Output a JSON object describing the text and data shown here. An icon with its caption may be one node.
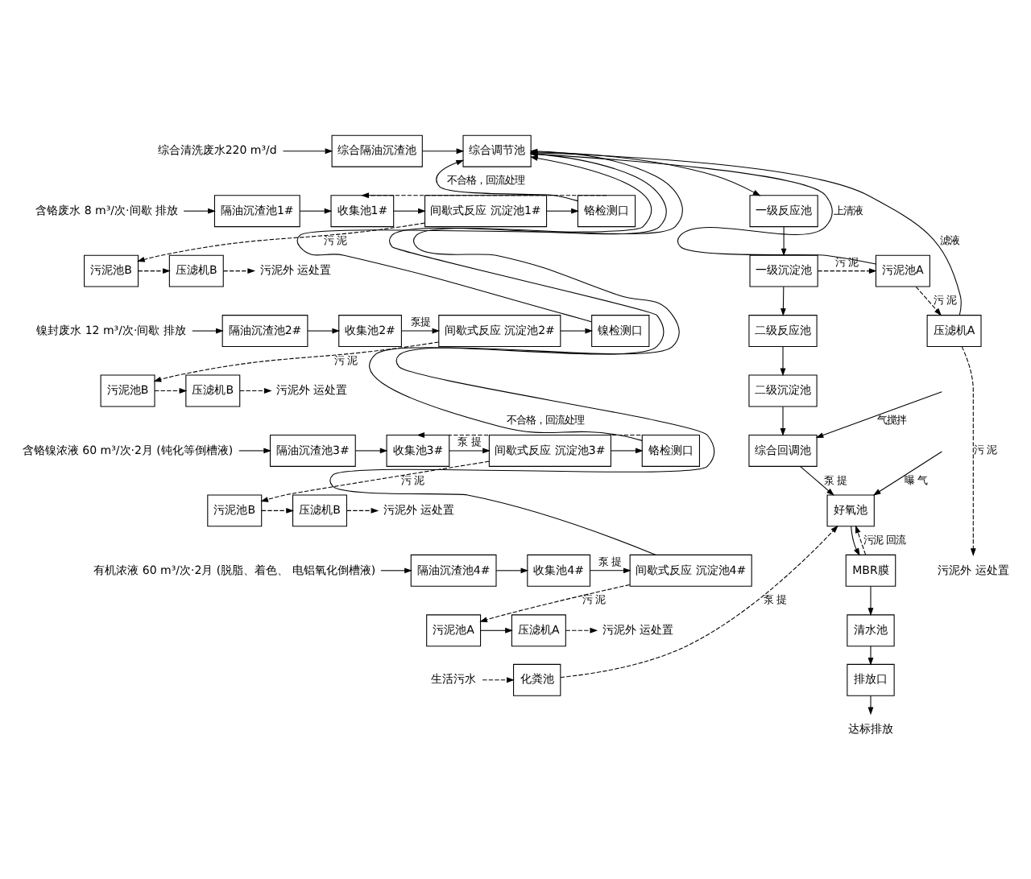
{
  "diagram": {
    "nodes": [
      {
        "text": [
          "综合清洗废水220 m³/d"
        ]
      },
      {
        "text": [
          "综合隔油沉渣池"
        ]
      },
      {
        "text": [
          "含铬废水 8 m³/次·间歇 排放"
        ]
      },
      {
        "text": [
          "隔油沉渣池1#"
        ]
      },
      {
        "text": [
          "收集池1#"
        ]
      },
      {
        "text": [
          "间歇式反应 沉淀池1#"
        ]
      },
      {
        "text": [
          "铬检测口"
        ]
      },
      {
        "text": [
          "污泥池B"
        ]
      },
      {
        "text": [
          "压滤机B"
        ]
      },
      {
        "text": [
          "污泥外 运处置"
        ]
      },
      {
        "text": [
          "镍封废水 12 m³/次·间歇 排放"
        ]
      },
      {
        "text": [
          "隔油沉渣池2#"
        ]
      },
      {
        "text": [
          "收集池2#"
        ]
      },
      {
        "text": [
          "间歇式反应 沉淀池2#"
        ]
      },
      {
        "text": [
          "镍检测口"
        ]
      },
      {
        "text": [
          "污泥池B"
        ]
      },
      {
        "text": [
          "压滤机B"
        ]
      },
      {
        "text": [
          "污泥外 运处置"
        ]
      },
      {
        "text": [
          "含铬镍浓液 60 m³/次·2月 (钝化等倒槽液)"
        ]
      },
      {
        "text": [
          "隔油沉渣池3#"
        ]
      },
      {
        "text": [
          "收集池3#"
        ]
      },
      {
        "text": [
          "间歇式反应 沉淀池3#"
        ]
      },
      {
        "text": [
          "铬检测口"
        ]
      },
      {
        "text": [
          "污泥池B"
        ]
      },
      {
        "text": [
          "压滤机B"
        ]
      },
      {
        "text": [
          "污泥外 运处置"
        ]
      },
      {
        "text": [
          "有机浓液 60 m³/次·2月 (脱脂、着色、 电铝氧化倒槽液)"
        ]
      },
      {
        "text": [
          "隔油沉渣池4#"
        ]
      },
      {
        "text": [
          "收集池4#"
        ]
      },
      {
        "text": [
          "间歇式反应 沉淀池4#"
        ]
      },
      {
        "text": [
          "污泥池A"
        ]
      },
      {
        "text": [
          "压滤机A"
        ]
      },
      {
        "text": [
          "污泥外 运处置"
        ]
      },
      {
        "text": [
          "生活污水"
        ]
      },
      {
        "text": [
          "化粪池"
        ]
      },
      {
        "text": [
          "综合调节池"
        ]
      },
      {
        "text": [
          "一级反应池"
        ]
      },
      {
        "text": [
          "一级沉淀池"
        ]
      },
      {
        "text": [
          "污泥池A"
        ]
      },
      {
        "text": [
          "压滤机A"
        ]
      },
      {
        "text": [
          "污泥外 运处置"
        ]
      },
      {
        "text": [
          "二级反应池"
        ]
      },
      {
        "text": [
          "二级沉淀池"
        ]
      },
      {
        "text": [
          "综合回调池"
        ]
      },
      {
        "text": [
          "好氧池"
        ]
      },
      {
        "text": [
          "MBR膜"
        ]
      },
      {
        "text": [
          "清水池"
        ]
      },
      {
        "text": [
          "排放口"
        ]
      },
      {
        "text": [
          "达标排放"
        ]
      }
    ],
    "edges": [
      {
        "from": 0,
        "to": 1,
        "arrow": "to"
      },
      {
        "from": 1,
        "to": 35,
        "arrow": "to"
      },
      {
        "from": 2,
        "to": 3,
        "arrow": "to"
      },
      {
        "from": 3,
        "to": 4,
        "arrow": "to"
      },
      {
        "from": 4,
        "to": 5,
        "arrow": "to"
      },
      {
        "from": 5,
        "to": 6,
        "arrow": "to"
      },
      {
        "from": 6,
        "to": 4,
        "arrow": "to",
        "label": "不合格，回流处理",
        "style": "dashed"
      },
      {
        "from": 5,
        "to": 7,
        "arrow": "to",
        "label": "污 泥",
        "style": "dashed"
      },
      {
        "from": 7,
        "to": 8,
        "arrow": "to",
        "style": "dashed"
      },
      {
        "from": 8,
        "to": 9,
        "arrow": "to",
        "style": "dashed"
      },
      {
        "from": 6,
        "to": 35,
        "arrow": "to"
      },
      {
        "from": 10,
        "to": 11,
        "arrow": "to"
      },
      {
        "from": 11,
        "to": 12,
        "arrow": "to"
      },
      {
        "from": 12,
        "to": 13,
        "arrow": "to",
        "label": "泵提"
      },
      {
        "from": 13,
        "to": 14,
        "arrow": "to"
      },
      {
        "from": 13,
        "to": 15,
        "arrow": "to",
        "label": "污 泥",
        "style": "dashed"
      },
      {
        "from": 15,
        "to": 16,
        "arrow": "to",
        "style": "dashed"
      },
      {
        "from": 16,
        "to": 17,
        "arrow": "to",
        "style": "dashed"
      },
      {
        "from": 14,
        "to": 35,
        "arrow": "to"
      },
      {
        "from": 18,
        "to": 19,
        "arrow": "to"
      },
      {
        "from": 19,
        "to": 20,
        "arrow": "to"
      },
      {
        "from": 20,
        "to": 21,
        "arrow": "to",
        "label": "泵 提"
      },
      {
        "from": 21,
        "to": 22,
        "arrow": "to"
      },
      {
        "from": 22,
        "to": 20,
        "arrow": "to",
        "label": "不合格，回流处理",
        "style": "dashed"
      },
      {
        "from": 21,
        "to": 23,
        "arrow": "to",
        "label": "污 泥",
        "style": "dashed"
      },
      {
        "from": 23,
        "to": 24,
        "arrow": "to",
        "style": "dashed"
      },
      {
        "from": 24,
        "to": 25,
        "arrow": "to",
        "style": "dashed"
      },
      {
        "from": 22,
        "to": 35,
        "arrow": "to"
      },
      {
        "from": 26,
        "to": 27,
        "arrow": "to"
      },
      {
        "from": 27,
        "to": 28,
        "arrow": "to"
      },
      {
        "from": 28,
        "to": 29,
        "arrow": "to",
        "label": "泵 提"
      },
      {
        "from": 29,
        "to": 35,
        "arrow": "to"
      },
      {
        "from": 29,
        "to": 30,
        "arrow": "to",
        "label": "污 泥",
        "style": "dashed"
      },
      {
        "from": 30,
        "to": 31,
        "arrow": "to"
      },
      {
        "from": 31,
        "to": 32,
        "arrow": "to",
        "style": "dashed"
      },
      {
        "from": 33,
        "to": 34,
        "arrow": "to",
        "style": "dashed"
      },
      {
        "from": 34,
        "to": 44,
        "arrow": "to",
        "label": "泵 提",
        "style": "dashed"
      },
      {
        "from": 35,
        "to": 36,
        "arrow": "to"
      },
      {
        "from": 36,
        "to": 37,
        "arrow": "to"
      },
      {
        "from": 37,
        "to": 38,
        "arrow": "to",
        "label": "污 泥",
        "style": "dashed"
      },
      {
        "from": 38,
        "to": 39,
        "arrow": "to",
        "label": "污 泥",
        "style": "dashed"
      },
      {
        "from": 39,
        "to": 40,
        "arrow": "to",
        "label": "污 泥",
        "style": "dashed"
      },
      {
        "from": 39,
        "to": 35,
        "arrow": "to",
        "label": "滤液"
      },
      {
        "from": 38,
        "to": 35,
        "arrow": "to",
        "label": "上清液"
      },
      {
        "from": 37,
        "to": 41,
        "arrow": "to"
      },
      {
        "from": 41,
        "to": 42,
        "arrow": "to"
      },
      {
        "from": 42,
        "to": 43,
        "arrow": "to"
      },
      {
        "from": null,
        "to": 43,
        "arrow": "to",
        "label": "气搅拌"
      },
      {
        "from": 43,
        "to": 44,
        "arrow": "to",
        "label": "泵 提"
      },
      {
        "from": null,
        "to": 44,
        "arrow": "to",
        "label": "曝 气"
      },
      {
        "from": 44,
        "to": 45,
        "arrow": "to"
      },
      {
        "from": 45,
        "to": 44,
        "arrow": "to",
        "label": "污泥 回流",
        "style": "dashed"
      },
      {
        "from": 45,
        "to": 46,
        "arrow": "to"
      },
      {
        "from": 46,
        "to": 47,
        "arrow": "to"
      },
      {
        "from": 47,
        "to": 48,
        "arrow": "to"
      }
    ]
  }
}
